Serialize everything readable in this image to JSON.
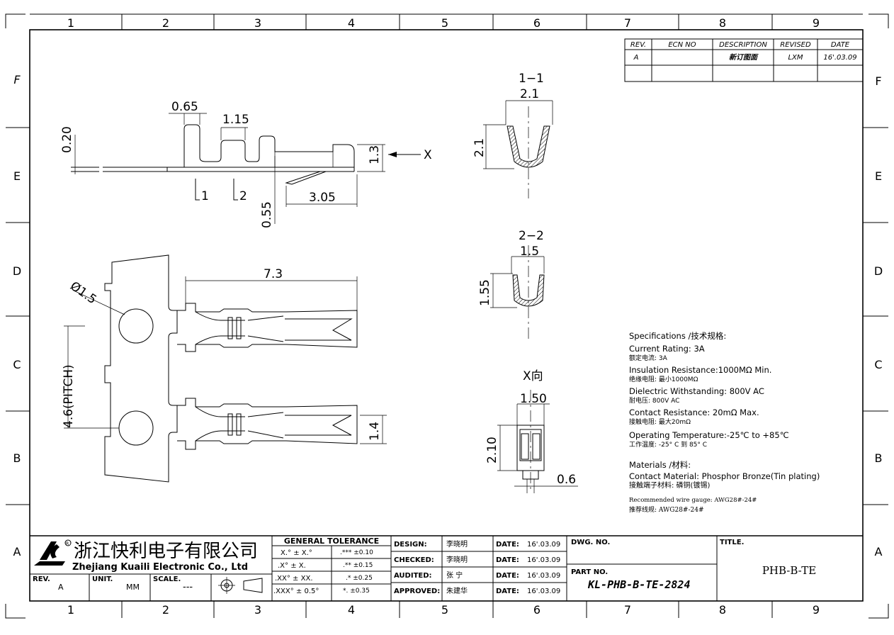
{
  "frame": {
    "zones_top": [
      "1",
      "2",
      "3",
      "4",
      "5",
      "6",
      "7",
      "8",
      "9"
    ],
    "zones_bottom": [
      "1",
      "2",
      "3",
      "4",
      "5",
      "6",
      "7",
      "8",
      "9"
    ],
    "rows_left": [
      "F",
      "E",
      "D",
      "C",
      "B",
      "A"
    ],
    "rows_right": [
      "F",
      "E",
      "D",
      "C",
      "B",
      "A"
    ]
  },
  "revision_table": {
    "headers": [
      "REV.",
      "ECN NO",
      "DESCRIPTION",
      "REVISED",
      "DATE"
    ],
    "rows": [
      [
        "A",
        "",
        "新订图面",
        "LXM",
        "16'.03.09"
      ]
    ]
  },
  "side_view": {
    "dims": [
      "0.65",
      "1.15",
      "0.20",
      "1.3",
      "0.55",
      "3.05"
    ],
    "x_arrow_label": "X",
    "section_mark_1": "1",
    "section_mark_2": "2"
  },
  "top_view": {
    "dims": [
      "Ø1.5",
      "7.3",
      "4.6(PITCH)",
      "1.4"
    ]
  },
  "sections": {
    "s1": {
      "title": "1−1",
      "width": "2.1",
      "height": "2.1"
    },
    "s2": {
      "title": "2−2",
      "width": "1.5",
      "height": "1.55"
    },
    "x": {
      "title": "X向",
      "width": "1.50",
      "height": "2.10",
      "slot": "0.6"
    }
  },
  "specs": {
    "heading": "Specifications  /技术规格:",
    "lines": [
      [
        "Current Rating:  3A",
        "额定电流: 3A"
      ],
      [
        "Insulation Resistance:1000MΩ  Min.",
        "绝缘电阻: 最小1000MΩ"
      ],
      [
        "Dielectric Withstanding: 800V AC",
        "耐电压: 800V AC"
      ],
      [
        "Contact Resistance:  20mΩ  Max.",
        "接触电阻: 最大20mΩ"
      ],
      [
        "Operating Temperature:-25℃ to +85℃",
        "工作温度: -25° C 到 85° C"
      ]
    ],
    "materials_heading": "Materials    /材料:",
    "materials": [
      "Contact Material: Phosphor Bronze(Tin plating)",
      "接触端子材料: 磷铜(镀锡)"
    ],
    "wire": [
      "Recommended wire gauge:  AWG28#-24#",
      "推荐线规:  AWG28#-24#"
    ]
  },
  "title_block": {
    "company_cn": "浙江快利电子有限公司",
    "company_en": "Zhejiang  Kuaili  Electronic  Co.,  Ltd",
    "rev_label": "REV.",
    "rev_value": "A",
    "unit_label": "UNIT.",
    "unit_value": "MM",
    "scale_label": "SCALE.",
    "scale_value": "---",
    "tolerance_title": "GENERAL  TOLERANCE",
    "tolerances": [
      [
        "X.° ± X.°",
        ".*** ±0.10"
      ],
      [
        ".X° ± X.",
        ".** ±0.15"
      ],
      [
        ".XX° ± XX.",
        ".* ±0.25"
      ],
      [
        ".XXX° ± 0.5°",
        "*. ±0.35"
      ]
    ],
    "roles": [
      [
        "DESIGN:",
        "李晓明",
        "DATE:",
        "16'.03.09"
      ],
      [
        "CHECKED:",
        "李晓明",
        "DATE:",
        "16'.03.09"
      ],
      [
        "AUDITED:",
        "张  宁",
        "DATE:",
        "16'.03.09"
      ],
      [
        "APPROVED:",
        "朱建华",
        "DATE:",
        "16'.03.09"
      ]
    ],
    "dwg_no_label": "DWG. NO.",
    "part_no_label": "PART NO.",
    "part_no": "KL-PHB-B-TE-2824",
    "title_label": "TITLE.",
    "title": "PHB-B-TE"
  }
}
